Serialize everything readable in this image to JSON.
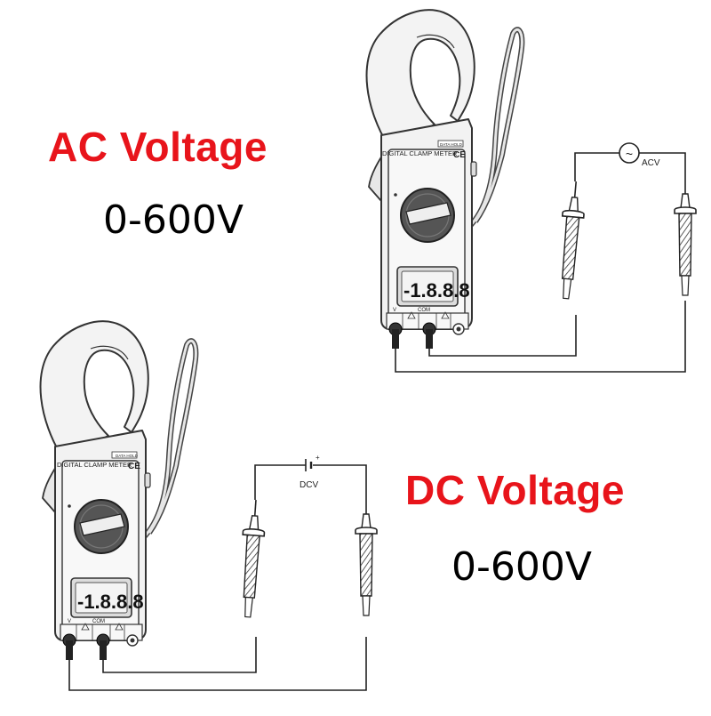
{
  "ac": {
    "heading": "AC Voltage",
    "range": "0-600V",
    "source_label": "ACV",
    "source_symbol": "~"
  },
  "dc": {
    "heading": "DC Voltage",
    "range": "0-600V",
    "source_label": "DCV",
    "plus": "+"
  },
  "meter": {
    "brand_label": "DIGITAL CLAMP METER",
    "ce_mark": "CE",
    "hold_label": "DATA HOLD",
    "display_reading": "-1.8.8.8",
    "jack_v": "V",
    "jack_com": "COM"
  },
  "colors": {
    "accent_red": "#e8141b",
    "outline": "#333333",
    "body_fill": "#f2f2f2",
    "dial_fill": "#555555"
  }
}
